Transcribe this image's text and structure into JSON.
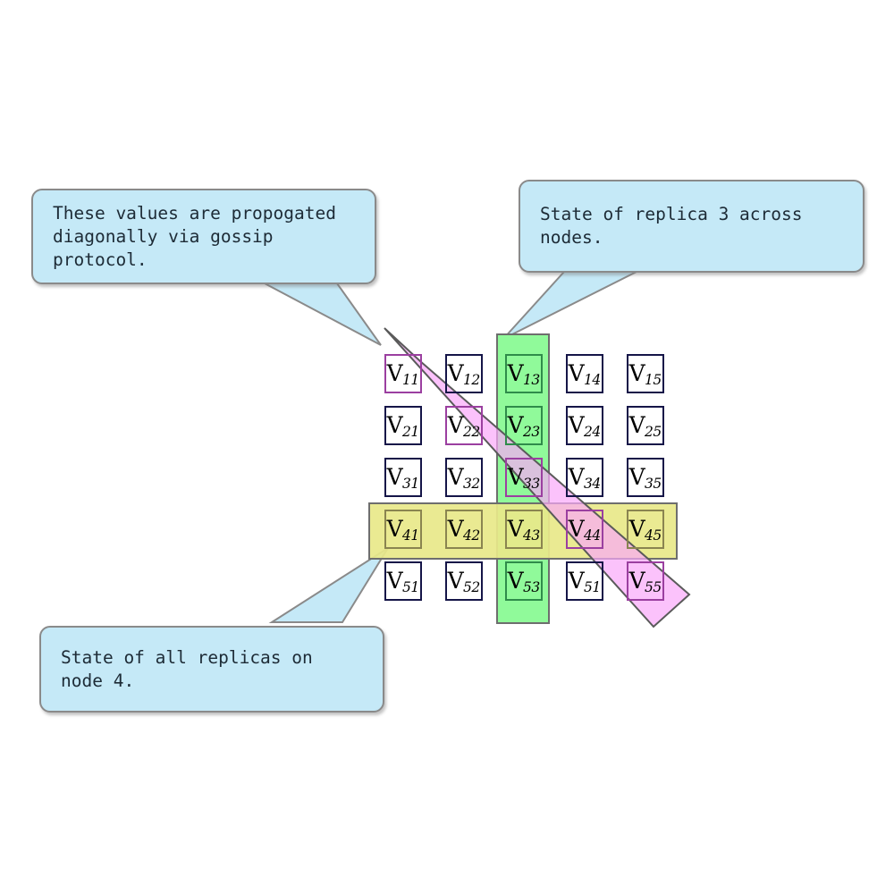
{
  "diagram": {
    "title": "Replica state grid with gossip propagation",
    "colors": {
      "callout_fill": "#c5e9f7",
      "callout_border": "#8a8a8a",
      "callout_text": "#1d2b36",
      "cell_border": "#151548",
      "green_band": "#90fa9a",
      "green_border": "#6e6e6e",
      "yellow_band": "#e8e88a",
      "yellow_border": "#6e6e6e",
      "pink_band": "#faa8fa",
      "pink_border": "#5a5a5a",
      "background": "#ffffff"
    }
  },
  "callouts": [
    {
      "id": "gossip",
      "text": "These values are propogated\ndiagonally via gossip protocol.",
      "points_to": "cell-v11"
    },
    {
      "id": "replica",
      "text": "State of replica 3 across nodes.",
      "points_to": "green-column-band"
    },
    {
      "id": "node",
      "text": "State of all replicas on node 4.",
      "points_to": "yellow-row-band"
    }
  ],
  "highlights": [
    {
      "id": "green-column-band",
      "label": "replica-3-column",
      "orientation": "vertical",
      "color": "#90fa9a"
    },
    {
      "id": "yellow-row-band",
      "label": "node-4-row",
      "orientation": "horizontal",
      "color": "#e8e88a"
    },
    {
      "id": "pink-diagonal-band",
      "label": "gossip-diagonal",
      "orientation": "diagonal",
      "color": "#faa8fa"
    }
  ],
  "grid": {
    "rows": 5,
    "cols": 5,
    "cells": [
      [
        {
          "v": "V",
          "sub": "11",
          "hl": "pink"
        },
        {
          "v": "V",
          "sub": "12",
          "hl": "none"
        },
        {
          "v": "V",
          "sub": "13",
          "hl": "green"
        },
        {
          "v": "V",
          "sub": "14",
          "hl": "none"
        },
        {
          "v": "V",
          "sub": "15",
          "hl": "none"
        }
      ],
      [
        {
          "v": "V",
          "sub": "21",
          "hl": "none"
        },
        {
          "v": "V",
          "sub": "22",
          "hl": "pink"
        },
        {
          "v": "V",
          "sub": "23",
          "hl": "green"
        },
        {
          "v": "V",
          "sub": "24",
          "hl": "none"
        },
        {
          "v": "V",
          "sub": "25",
          "hl": "none"
        }
      ],
      [
        {
          "v": "V",
          "sub": "31",
          "hl": "none"
        },
        {
          "v": "V",
          "sub": "32",
          "hl": "none"
        },
        {
          "v": "V",
          "sub": "33",
          "hl": "pink-green"
        },
        {
          "v": "V",
          "sub": "34",
          "hl": "none"
        },
        {
          "v": "V",
          "sub": "35",
          "hl": "none"
        }
      ],
      [
        {
          "v": "V",
          "sub": "41",
          "hl": "yellow"
        },
        {
          "v": "V",
          "sub": "42",
          "hl": "yellow"
        },
        {
          "v": "V",
          "sub": "43",
          "hl": "yellow-green"
        },
        {
          "v": "V",
          "sub": "44",
          "hl": "yellow-pink"
        },
        {
          "v": "V",
          "sub": "45",
          "hl": "yellow"
        }
      ],
      [
        {
          "v": "V",
          "sub": "51",
          "hl": "none"
        },
        {
          "v": "V",
          "sub": "52",
          "hl": "none"
        },
        {
          "v": "V",
          "sub": "53",
          "hl": "green"
        },
        {
          "v": "V",
          "sub": "51",
          "hl": "none"
        },
        {
          "v": "V",
          "sub": "55",
          "hl": "pink"
        }
      ]
    ]
  }
}
